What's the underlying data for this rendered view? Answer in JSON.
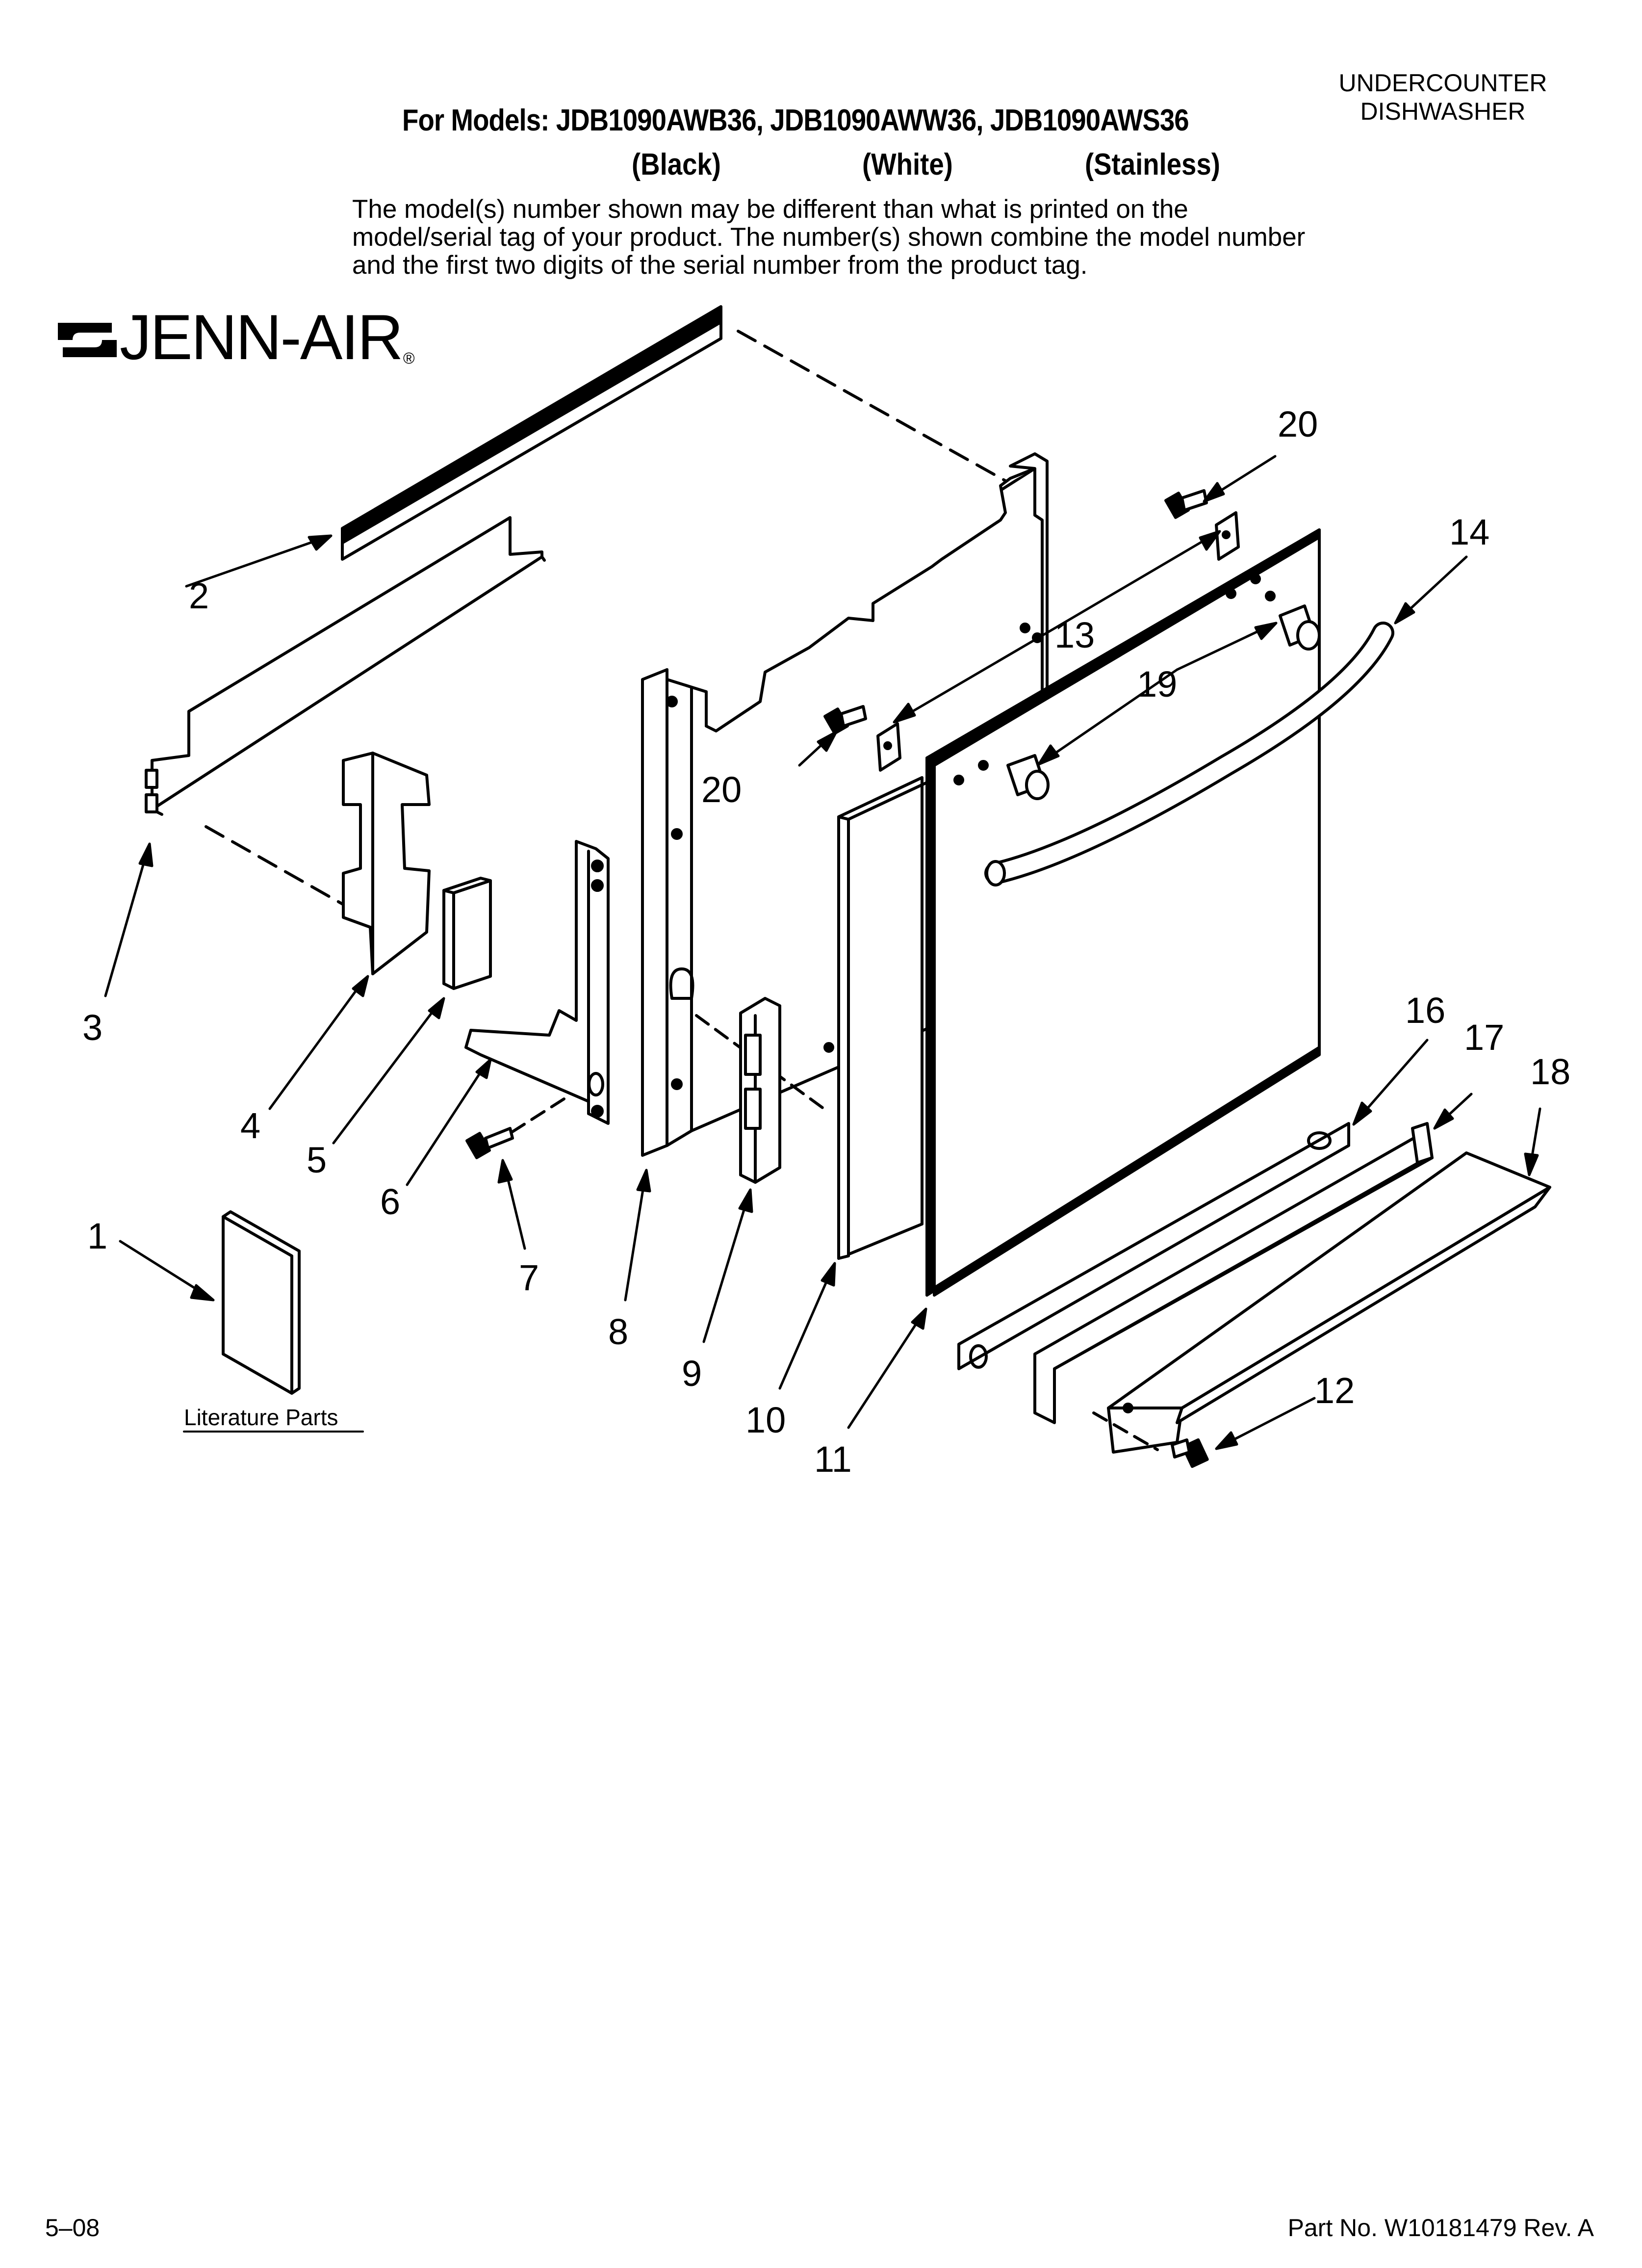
{
  "header": {
    "category_line1": "UNDERCOUNTER",
    "category_line2": "DISHWASHER",
    "models_line": "For Models: JDB1090AWB36, JDB1090AWW36, JDB1090AWS36",
    "colors": [
      "(Black)",
      "(White)",
      "(Stainless)"
    ],
    "note": "The model(s) number shown may be different than what is printed on the model/serial tag of your product. The number(s) shown combine the model number and the first two digits of the serial number from the product tag."
  },
  "brand": {
    "name": "JENN-AIR",
    "reg_mark": "®"
  },
  "diagram": {
    "callouts": {
      "c1": "1",
      "c2": "2",
      "c3": "3",
      "c4": "4",
      "c5": "5",
      "c6": "6",
      "c7": "7",
      "c8": "8",
      "c9": "9",
      "c10": "10",
      "c11": "11",
      "c12": "12",
      "c13": "13",
      "c14": "14",
      "c16": "16",
      "c17": "17",
      "c18": "18",
      "c19": "19",
      "c20a": "20",
      "c20b": "20"
    },
    "literature_label": "Literature Parts"
  },
  "footer": {
    "date": "5–08",
    "part_number": "Part No. W10181479 Rev. A"
  }
}
